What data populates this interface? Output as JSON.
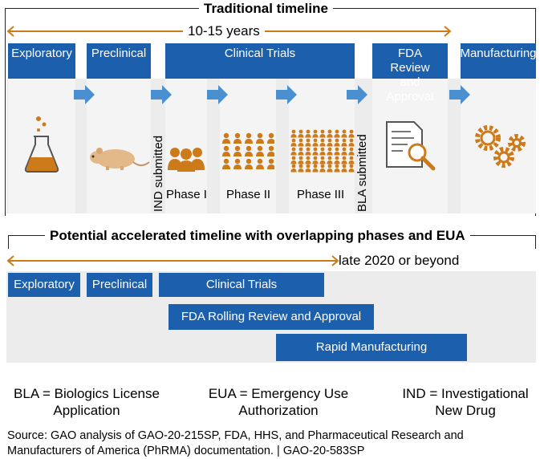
{
  "traditional": {
    "title": "Traditional timeline",
    "duration": "10-15 years",
    "stages": {
      "exploratory": "Exploratory",
      "preclinical": "Preclinical",
      "clinical_trials": "Clinical Trials",
      "fda_review": "FDA Review and Approval",
      "manufacturing": "Manufacturing"
    },
    "phases": [
      "Phase I",
      "Phase II",
      "Phase III"
    ],
    "markers": {
      "ind": "IND submitted",
      "bla": "BLA submitted"
    }
  },
  "accelerated": {
    "title": "Potential accelerated timeline with overlapping phases and EUA",
    "end_label": "late 2020 or beyond",
    "bars": {
      "exploratory": "Exploratory",
      "preclinical": "Preclinical",
      "clinical_trials": "Clinical Trials",
      "rolling_review": "FDA Rolling Review and Approval",
      "rapid_manufacturing": "Rapid Manufacturing"
    }
  },
  "legend": {
    "bla": "BLA = Biologics License Application",
    "eua": "EUA = Emergency Use Authorization",
    "ind": "IND = Investigational New Drug"
  },
  "source": "Source: GAO analysis of GAO-20-215SP, FDA, HHS, and Pharmaceutical Research and Manufacturers of America (PhRMA) documentation.  |  GAO-20-583SP",
  "colors": {
    "blue": "#1c5fac",
    "orange": "#cc7a1a",
    "band": "#ececec"
  }
}
